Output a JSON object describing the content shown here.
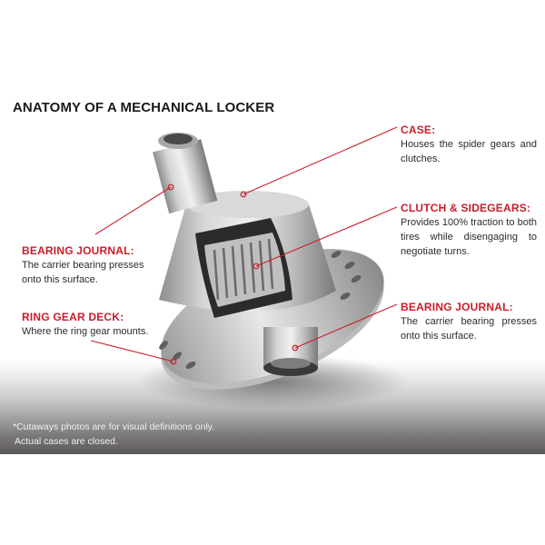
{
  "title": "ANATOMY OF A MECHANICAL LOCKER",
  "callouts": {
    "case": {
      "heading": "CASE:",
      "text": "Houses the spider gears and clutches."
    },
    "clutch": {
      "heading": "CLUTCH & SIDEGEARS:",
      "text": "Provides 100% traction to both tires while disengaging to negotiate turns."
    },
    "bearing_right": {
      "heading": "BEARING JOURNAL:",
      "text": "The carrier bearing presses onto this surface."
    },
    "bearing_left": {
      "heading": "BEARING JOURNAL:",
      "text": "The carrier bearing presses onto this surface."
    },
    "ring_gear": {
      "heading": "RING GEAR DECK:",
      "text": "Where the ring gear mounts."
    }
  },
  "footnote": {
    "line1": "*Cutaways photos are for visual definitions only.",
    "line2": "Actual cases are closed."
  },
  "colors": {
    "accent": "#c81d2b",
    "text": "#2b2b2b",
    "title": "#1a1a1a"
  }
}
